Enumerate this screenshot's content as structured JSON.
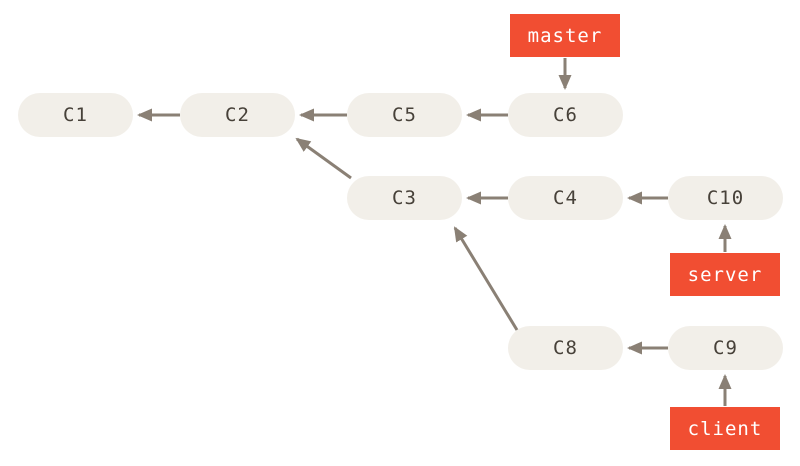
{
  "diagram": {
    "type": "git-commit-graph",
    "nodes": {
      "c1": "C1",
      "c2": "C2",
      "c3": "C3",
      "c4": "C4",
      "c5": "C5",
      "c6": "C6",
      "c8": "C8",
      "c9": "C9",
      "c10": "C10"
    },
    "branches": {
      "master": "master",
      "server": "server",
      "client": "client"
    },
    "edges": [
      {
        "from": "C2",
        "to": "C1"
      },
      {
        "from": "C5",
        "to": "C2"
      },
      {
        "from": "C6",
        "to": "C5"
      },
      {
        "from": "master",
        "to": "C6"
      },
      {
        "from": "C3",
        "to": "C2"
      },
      {
        "from": "C4",
        "to": "C3"
      },
      {
        "from": "C10",
        "to": "C4"
      },
      {
        "from": "server",
        "to": "C10"
      },
      {
        "from": "C8",
        "to": "C3"
      },
      {
        "from": "C9",
        "to": "C8"
      },
      {
        "from": "client",
        "to": "C9"
      }
    ],
    "branch_tips": {
      "master": "C6",
      "server": "C10",
      "client": "C9"
    },
    "colors": {
      "background": "#FFFFFF",
      "node_fill": "#F2EFE9",
      "node_text": "#474139",
      "branch_fill": "#F14E32",
      "branch_text": "#FFFFFF",
      "arrow": "#8A8075"
    }
  }
}
